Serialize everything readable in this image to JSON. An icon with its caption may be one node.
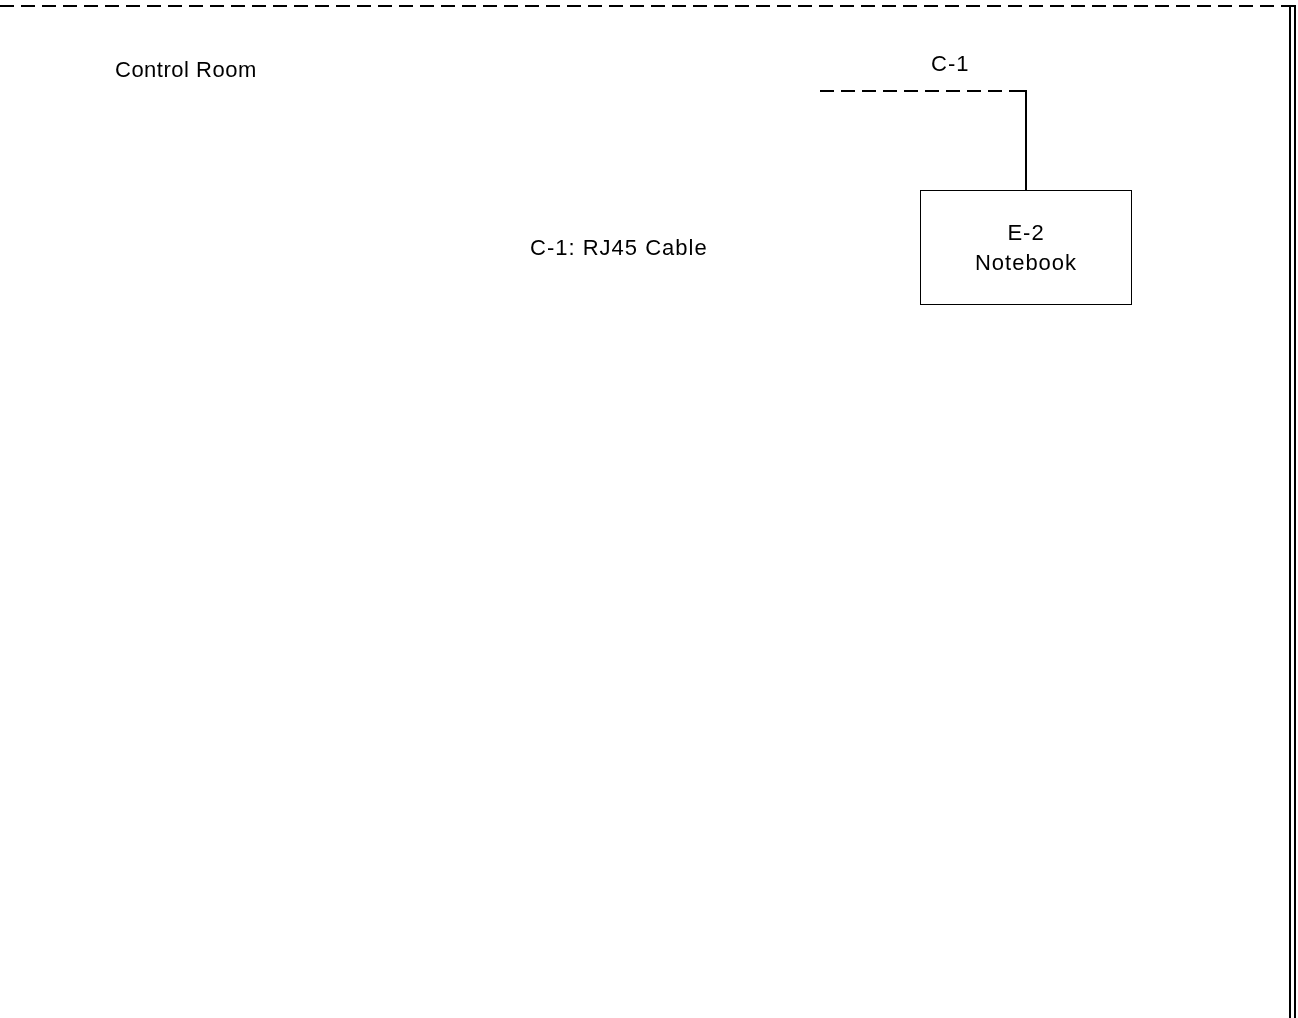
{
  "diagram": {
    "nodes": [
      {
        "text": [
          "Control Room"
        ]
      },
      {
        "text": [
          "E-2 Notebook"
        ],
        "in": 0
      }
    ],
    "edges": [
      {
        "from": null,
        "to": 1,
        "arrow": "none",
        "label": "C-1",
        "style": "dashed"
      }
    ],
    "labels": [
      "C-1: RJ45 Cable"
    ]
  }
}
